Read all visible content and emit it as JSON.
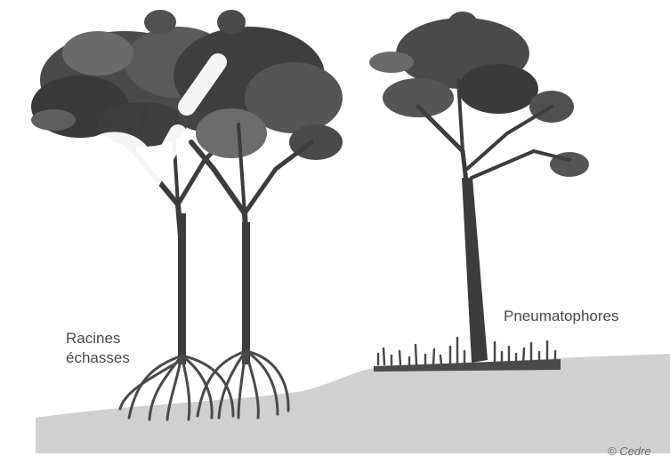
{
  "labels": {
    "stilt_roots_line1": "Racines",
    "stilt_roots_line2": "échasses",
    "pneumatophores": "Pneumatophores"
  },
  "credit": "© Cedre",
  "colors": {
    "ground": "#d0d0d0",
    "trunk": "#3c3c3c",
    "foliage_dark": "#2e2e2e",
    "foliage_mid": "#555555",
    "foliage_light": "#7c7c7c",
    "watermark": "#ffffff"
  }
}
